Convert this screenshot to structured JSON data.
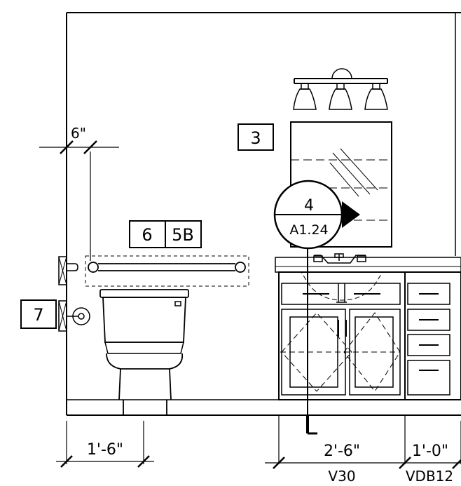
{
  "dimensions": {
    "grab_bar_offset": "6\"",
    "toilet_centerline": "1'-6\"",
    "vanity_width": "2'-6\"",
    "drawer_base_width": "1'-0\""
  },
  "cabinet_codes": {
    "vanity": "V30",
    "drawer_base": "VDB12"
  },
  "keynotes": {
    "mirror": "3",
    "grab_bar_a": "6",
    "grab_bar_b": "5B",
    "paper_holder": "7"
  },
  "detail_callout": {
    "detail_number": "4",
    "sheet_number": "A1.24"
  }
}
